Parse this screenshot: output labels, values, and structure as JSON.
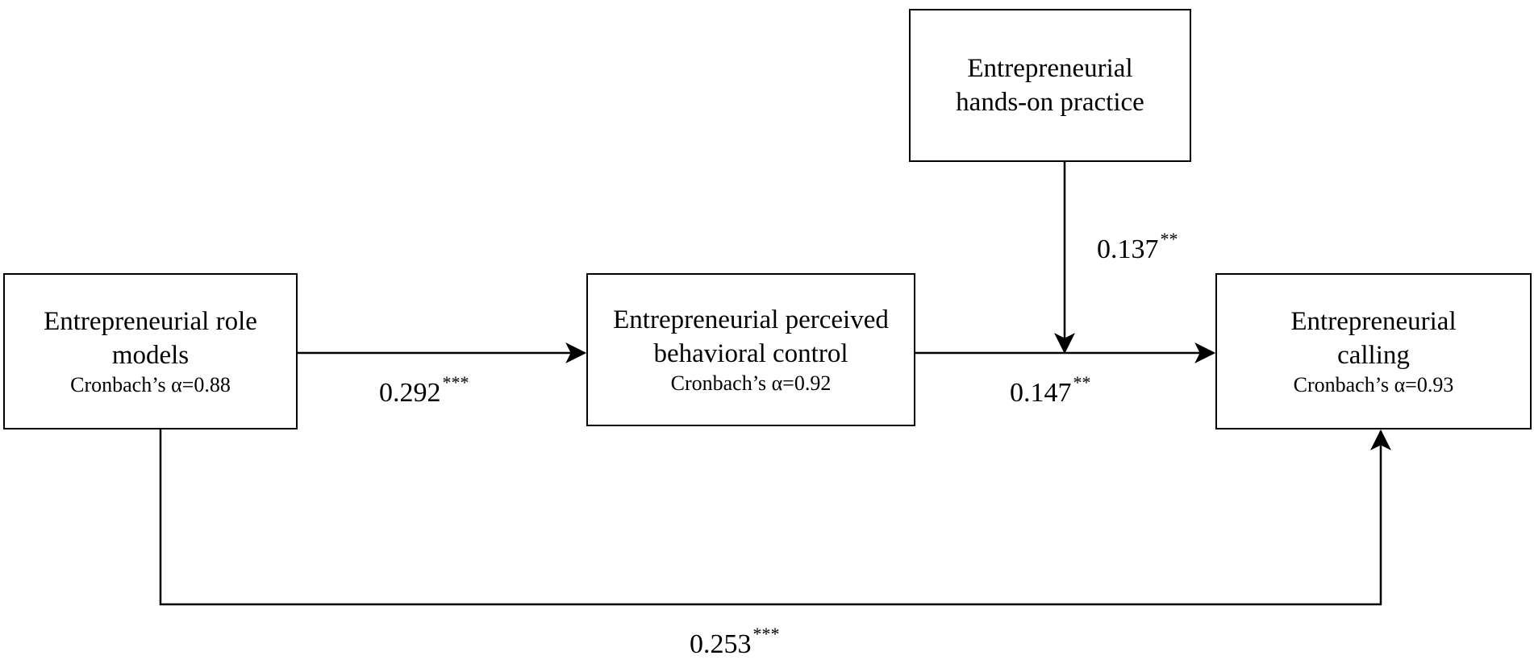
{
  "nodes": {
    "role_models": {
      "name": "Entrepreneurial role models",
      "reliability": "Cronbach’s α=0.88"
    },
    "perceived_behavioral_control": {
      "name": "Entrepreneurial perceived behavioral control",
      "reliability": "Cronbach’s α=0.92"
    },
    "hands_on_practice": {
      "name": "Entrepreneurial hands-on practice"
    },
    "calling": {
      "name": "Entrepreneurial calling",
      "reliability": "Cronbach’s α=0.93"
    }
  },
  "paths": {
    "role_models_to_pbc": {
      "value": "0.292",
      "significance": "***"
    },
    "pbc_to_calling": {
      "value": "0.147",
      "significance": "**"
    },
    "moderation_hands_on": {
      "value": "0.137",
      "significance": "**"
    },
    "role_models_to_calling": {
      "value": "0.253",
      "significance": "***"
    }
  },
  "colors": {
    "line": "#000000",
    "box_border": "#000000",
    "background": "#ffffff"
  }
}
